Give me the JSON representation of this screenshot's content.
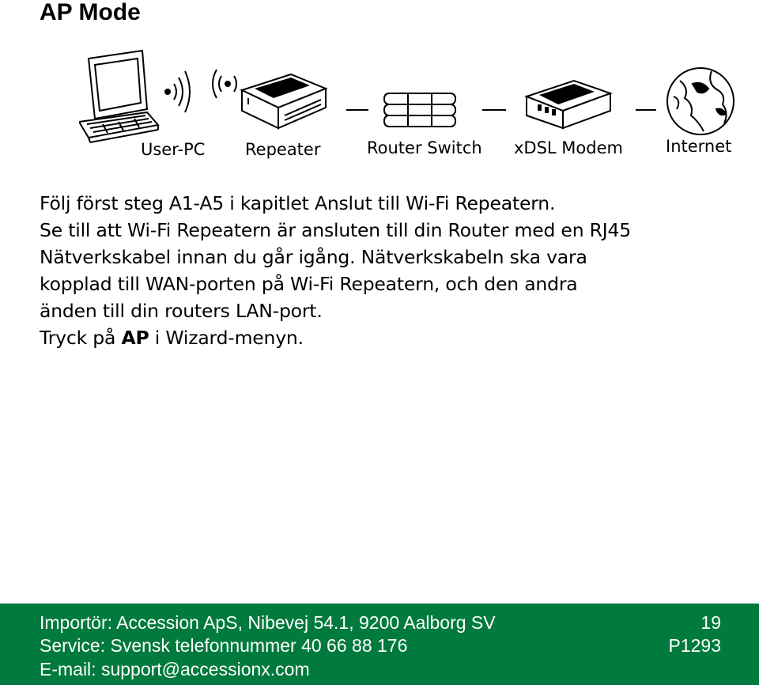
{
  "heading": "AP Mode",
  "diagram": {
    "labels": {
      "user_pc": "User-PC",
      "repeater": "Repeater",
      "router_switch": "Router Switch",
      "xdsl_modem": "xDSL Modem",
      "internet": "Internet"
    }
  },
  "body": {
    "line1": "Följ först steg A1-A5 i kapitlet Anslut till Wi-Fi Repeatern.",
    "line2": "Se till att Wi-Fi Repeatern är ansluten till din Router med en RJ45",
    "line3": "Nätverkskabel innan du går igång. Nätverkskabeln ska vara",
    "line4": "kopplad till WAN-porten på Wi-Fi Repeatern, och den andra",
    "line5": "änden till din routers LAN-port.",
    "line6_prefix": "Tryck på ",
    "line6_bold": "AP",
    "line6_suffix": " i Wizard-menyn."
  },
  "footer": {
    "importer": "Importör: Accession ApS, Nibevej 54.1, 9200 Aalborg SV",
    "service": "Service: Svensk telefonnummer 40 66 88 176",
    "email": "E-mail: support@accessionx.com",
    "page_number": "19",
    "product_code": "P1293"
  },
  "colors": {
    "footer_background": "#007a3d",
    "footer_text": "#ffffff"
  }
}
